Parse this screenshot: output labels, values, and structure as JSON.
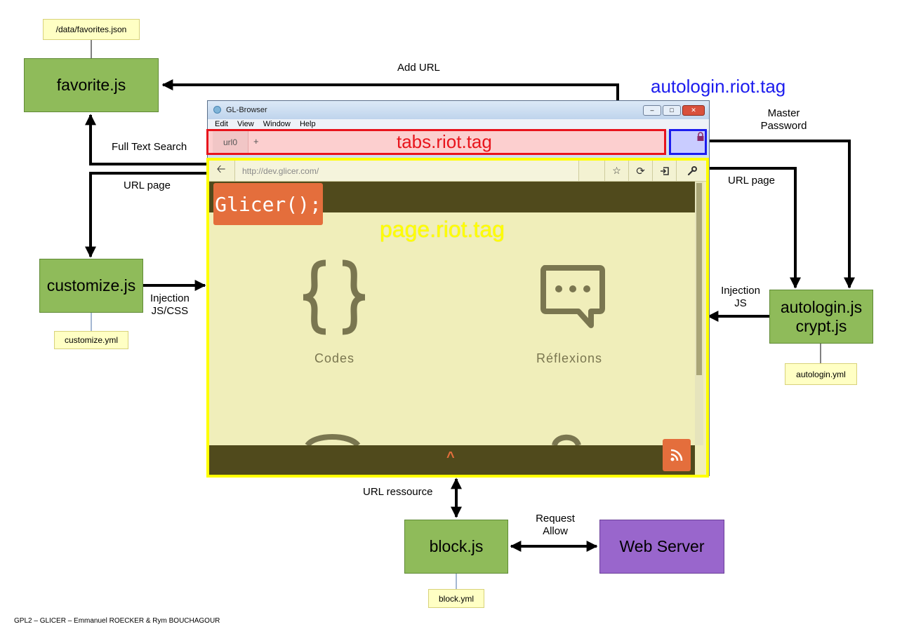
{
  "colors": {
    "module_green": "#8fbb5a",
    "server_purple": "#9966cc",
    "config_note_yellow": "#ffffc4",
    "tabs_tag_red": "#e8141c",
    "autologin_tag_blue": "#1c1cee",
    "page_tag_yellow": "#ffff00",
    "site_brown": "#504a1c",
    "site_orange": "#e46e3c"
  },
  "modules": {
    "favorite": "favorite.js",
    "customize": "customize.js",
    "autologin_line1": "autologin.js",
    "autologin_line2": "crypt.js",
    "block": "block.js",
    "web_server": "Web Server"
  },
  "config_files": {
    "favorites": "/data/favorites.json",
    "customize": "customize.yml",
    "autologin": "autologin.yml",
    "block": "block.yml"
  },
  "edge_labels": {
    "add_url": "Add URL",
    "full_text_search": "Full Text Search",
    "url_page_left": "URL page",
    "injection_css_line1": "Injection",
    "injection_css_line2": "JS/CSS",
    "master_password_line1": "Master",
    "master_password_line2": "Password",
    "url_page_right": "URL page",
    "injection_js_line1": "Injection",
    "injection_js_line2": "JS",
    "url_ressource": "URL ressource",
    "request_allow_line1": "Request",
    "request_allow_line2": "Allow"
  },
  "tags": {
    "autologin": "autologin.riot.tag",
    "tabs": "tabs.riot.tag",
    "page": "page.riot.tag"
  },
  "browser": {
    "title": "GL-Browser",
    "menu": [
      "Edit",
      "View",
      "Window",
      "Help"
    ],
    "tab_label": "url0",
    "new_tab": "+",
    "address": "http://dev.glicer.com/",
    "site_logo": "Glicer();",
    "captions": [
      "Codes",
      "Réflexions"
    ],
    "scroll_top_glyph": "^"
  },
  "icons": [
    "back-arrow-icon",
    "star-icon",
    "reload-icon",
    "login-icon",
    "wrench-icon",
    "lock-icon",
    "braces-icon",
    "speech-bubble-icon",
    "rss-icon"
  ],
  "footer_credit": "GPL2 – GLICER – Emmanuel ROECKER & Rym BOUCHAGOUR"
}
